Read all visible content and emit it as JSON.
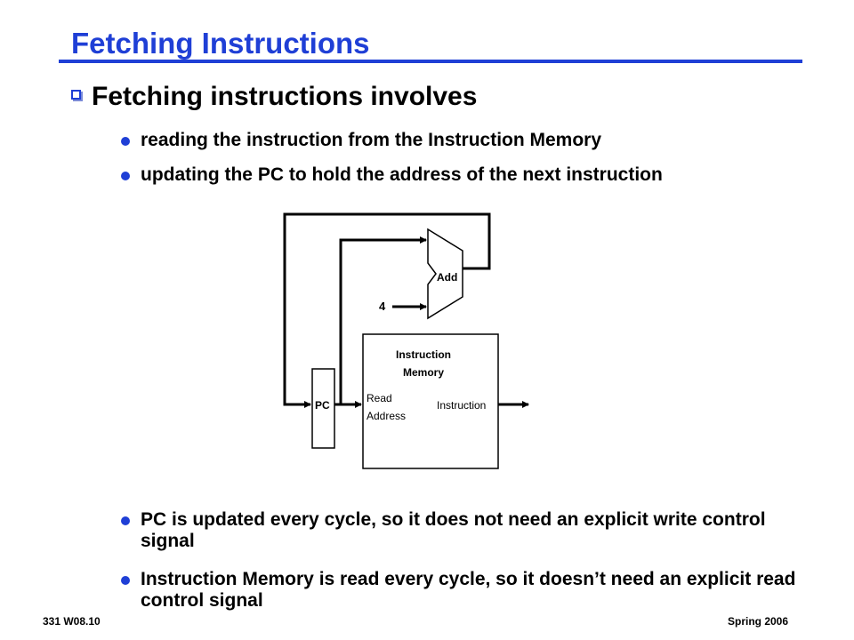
{
  "slide": {
    "title": "Fetching Instructions",
    "main_bullet": "Fetching instructions involves",
    "sub_bullets": [
      "reading the instruction from the Instruction Memory",
      "updating the PC to hold the address of the next instruction",
      "PC is updated every cycle, so it does not need an explicit write control signal",
      "Instruction Memory is read every cycle, so it doesn’t need an explicit read control signal"
    ],
    "footer_left": "331  W08.10",
    "footer_right": "Spring 2006"
  },
  "diagram": {
    "adder_label": "Add",
    "constant_label": "4",
    "pc_label": "PC",
    "memory_title_line1": "Instruction",
    "memory_title_line2": "Memory",
    "read_address_line1": "Read",
    "read_address_line2": "Address",
    "output_label": "Instruction"
  },
  "colors": {
    "accent": "#1f3fd6",
    "text": "#000000",
    "background": "#ffffff"
  }
}
